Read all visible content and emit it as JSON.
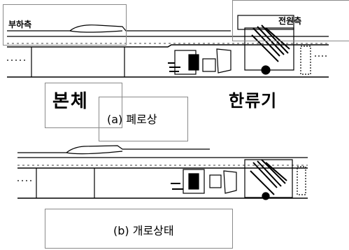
{
  "labels": {
    "load_side": "부하측",
    "source_side": "전원측",
    "body": "본체",
    "rectifier": "한류기",
    "closed_state": "(a) 폐로상",
    "open_state": "(b) 개로상태"
  },
  "colors": {
    "ink": "#000000",
    "box_border": "#8a8a8a",
    "background": "#ffffff"
  }
}
